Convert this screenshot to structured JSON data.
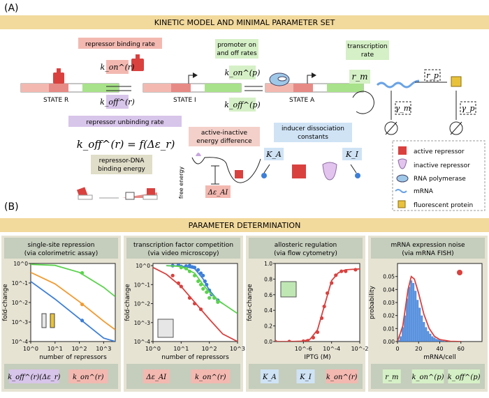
{
  "panel_a": {
    "label": "(A)",
    "banner": "KINETIC MODEL AND MINIMAL PARAMETER SET",
    "repressor_binding_rate": "repressor binding rate",
    "promoter_rates_line1": "promoter on",
    "promoter_rates_line2": "and off rates",
    "transcription_rate_line1": "transcription",
    "transcription_rate_line2": "rate",
    "state_r": "STATE R",
    "state_i": "STATE I",
    "state_a": "STATE A",
    "repressor_unbinding_rate": "repressor unbinding rate",
    "koff_formula": "k_off^(r) = f(Δε_r)",
    "binding_energy_line1": "repressor-DNA",
    "binding_energy_line2": "binding energy",
    "active_inactive_line1": "active-inactive",
    "active_inactive_line2": "energy difference",
    "free_energy": "free energy",
    "delta_eps_ai": "Δε_AI",
    "inducer_line1": "inducer dissociation",
    "inducer_line2": "constants",
    "ka": "K_A",
    "ki": "K_I",
    "k_on_r": "k_on^(r)",
    "k_off_r": "k_off^(r)",
    "k_on_p": "k_on^(p)",
    "k_off_p": "k_off^(p)",
    "r_m": "r_m",
    "r_p": "r_p",
    "gamma_m": "γ_m",
    "gamma_p": "γ_p",
    "legend": [
      {
        "label": "active repressor",
        "icon": "active-repressor-icon"
      },
      {
        "label": "inactive repressor",
        "icon": "inactive-repressor-icon"
      },
      {
        "label": "RNA polymerase",
        "icon": "rna-polymerase-icon"
      },
      {
        "label": "mRNA",
        "icon": "mrna-icon"
      },
      {
        "label": "fluorescent protein",
        "icon": "fluorescent-protein-icon"
      }
    ]
  },
  "panel_b": {
    "label": "(B)",
    "banner": "PARAMETER DETERMINATION",
    "columns": [
      {
        "title_line1": "single-site repression",
        "title_line2": "(via colorimetric assay)",
        "ylabel": "fold-change",
        "xlabel": "number of repressors",
        "params": [
          "k_off^(r)(Δε_r)",
          "k_on^(r)"
        ]
      },
      {
        "title_line1": "transcription factor competition",
        "title_line2": "(via video microscopy)",
        "ylabel": "fold-change",
        "xlabel": "number of repressors",
        "params": [
          "Δε_AI",
          "k_on^(r)"
        ]
      },
      {
        "title_line1": "allosteric regulation",
        "title_line2": "(via flow cytometry)",
        "ylabel": "fold-change",
        "xlabel": "IPTG (M)",
        "params": [
          "K_A",
          "K_I",
          "k_on^(r)"
        ]
      },
      {
        "title_line1": "mRNA expression noise",
        "title_line2": "(via mRNA FISH)",
        "ylabel": "probability",
        "xlabel": "mRNA/cell",
        "params": [
          "r_m",
          "k_on^(p)",
          "k_off^(p)"
        ]
      }
    ]
  },
  "colors": {
    "banner": "#f2d99c",
    "panel_bg": "#e6e3d3",
    "header_bg": "#c5cdbc",
    "red": "#d9413f",
    "orange": "#f29a2e",
    "blue": "#3d7fd8",
    "green": "#5bd34d",
    "pink_label": "#f3b9b1",
    "purple_label": "#d8c5ea",
    "green_label": "#d5f0c6",
    "blue_label": "#cfe3f5"
  },
  "chart_data": [
    {
      "type": "line",
      "xscale": "log",
      "yscale": "log",
      "xlim": [
        1,
        3000
      ],
      "ylim": [
        0.0001,
        1
      ],
      "x_ticks": [
        "10^0",
        "10^1",
        "10^2",
        "10^3"
      ],
      "y_ticks": [
        "10^0",
        "10^-1",
        "10^-2",
        "10^-3",
        "10^-4"
      ],
      "xlabel": "number of repressors",
      "ylabel": "fold-change",
      "series": [
        {
          "color": "green",
          "x": [
            1,
            10,
            100,
            1000,
            3000
          ],
          "y": [
            0.9,
            0.8,
            0.35,
            0.06,
            0.02
          ],
          "points": [
            [
              130,
              0.33
            ]
          ]
        },
        {
          "color": "orange",
          "x": [
            1,
            10,
            100,
            1000,
            3000
          ],
          "y": [
            0.35,
            0.09,
            0.011,
            0.0011,
            0.0004
          ],
          "points": [
            [
              130,
              0.008
            ]
          ]
        },
        {
          "color": "blue",
          "x": [
            1,
            10,
            100,
            1000,
            3000
          ],
          "y": [
            0.12,
            0.015,
            0.0015,
            0.00015,
            5e-05
          ],
          "points": [
            [
              130,
              0.0012
            ]
          ]
        }
      ]
    },
    {
      "type": "scatter",
      "xscale": "log",
      "yscale": "log",
      "xlim": [
        1,
        1000
      ],
      "ylim": [
        0.0001,
        1.3
      ],
      "x_ticks": [
        "10^0",
        "10^1",
        "10^2",
        "10^3"
      ],
      "y_ticks": [
        "10^0",
        "10^-1",
        "10^-2",
        "10^-3",
        "10^-4"
      ],
      "xlabel": "number of repressors",
      "ylabel": "fold-change",
      "series": [
        {
          "color": "blue",
          "curve_x": [
            3,
            10,
            30,
            60,
            100,
            200,
            300
          ],
          "curve_y": [
            1,
            0.95,
            0.7,
            0.2,
            0.05,
            0.015,
            0.01
          ],
          "points": [
            [
              5,
              1.0
            ],
            [
              8,
              1.05
            ],
            [
              10,
              0.9
            ],
            [
              15,
              0.95
            ],
            [
              20,
              1.0
            ],
            [
              25,
              0.85
            ],
            [
              30,
              0.8
            ],
            [
              40,
              0.6
            ],
            [
              50,
              0.4
            ],
            [
              60,
              0.3
            ],
            [
              70,
              0.15
            ],
            [
              80,
              0.1
            ],
            [
              100,
              0.05
            ],
            [
              120,
              0.03
            ],
            [
              150,
              0.02
            ],
            [
              200,
              0.015
            ]
          ]
        },
        {
          "color": "green",
          "curve_x": [
            3,
            10,
            30,
            60,
            100,
            200,
            500,
            1000
          ],
          "curve_y": [
            1,
            0.9,
            0.4,
            0.1,
            0.04,
            0.015,
            0.006,
            0.003
          ],
          "points": [
            [
              10,
              0.8
            ],
            [
              15,
              0.7
            ],
            [
              20,
              0.5
            ],
            [
              30,
              0.3
            ],
            [
              40,
              0.15
            ],
            [
              50,
              0.1
            ],
            [
              60,
              0.06
            ],
            [
              80,
              0.04
            ],
            [
              100,
              0.02
            ],
            [
              150,
              0.02
            ],
            [
              200,
              0.012
            ]
          ]
        },
        {
          "color": "red",
          "curve_x": [
            1,
            3,
            10,
            30,
            100,
            300,
            1000
          ],
          "curve_y": [
            0.8,
            0.35,
            0.08,
            0.012,
            0.0015,
            0.00025,
            0.0001
          ],
          "points": [
            [
              5,
              0.3
            ],
            [
              8,
              0.12
            ],
            [
              10,
              0.08
            ],
            [
              20,
              0.02
            ],
            [
              30,
              0.01
            ],
            [
              50,
              0.005
            ]
          ]
        }
      ]
    },
    {
      "type": "line",
      "xscale": "log",
      "yscale": "linear",
      "xlim": [
        1e-08,
        0.01
      ],
      "ylim": [
        0,
        1.0
      ],
      "x_ticks": [
        "10^-6",
        "10^-4",
        "10^-2"
      ],
      "y_ticks": [
        "0.0",
        "0.2",
        "0.4",
        "0.6",
        "0.8",
        "1.0"
      ],
      "xlabel": "IPTG (M)",
      "ylabel": "fold-change",
      "series": [
        {
          "color": "red",
          "curve_x": [
            1e-08,
            1e-07,
            1e-06,
            3e-06,
            1e-05,
            3e-05,
            0.0001,
            0.0003,
            0.001,
            0.01
          ],
          "curve_y": [
            0.0,
            0.0,
            0.005,
            0.03,
            0.15,
            0.45,
            0.78,
            0.88,
            0.92,
            0.93
          ],
          "points": [
            [
              1e-08,
              0.0
            ],
            [
              1e-07,
              0.0
            ],
            [
              1e-06,
              0.005
            ],
            [
              2e-06,
              0.01
            ],
            [
              5e-06,
              0.05
            ],
            [
              1e-05,
              0.12
            ],
            [
              2e-05,
              0.3
            ],
            [
              3e-05,
              0.45
            ],
            [
              5e-05,
              0.62
            ],
            [
              0.0001,
              0.75
            ],
            [
              0.0002,
              0.85
            ],
            [
              0.0005,
              0.9
            ],
            [
              0.001,
              0.9
            ],
            [
              0.005,
              0.92
            ]
          ]
        }
      ]
    },
    {
      "type": "area",
      "xlim": [
        0,
        80
      ],
      "ylim": [
        0,
        0.06
      ],
      "x_ticks": [
        "0",
        "20",
        "40",
        "60"
      ],
      "y_ticks": [
        "0.00",
        "0.01",
        "0.02",
        "0.03",
        "0.04",
        "0.05"
      ],
      "xlabel": "mRNA/cell",
      "ylabel": "probability",
      "series": [
        {
          "color": "blue",
          "kind": "histogram",
          "x": [
            1,
            3,
            5,
            7,
            9,
            11,
            13,
            15,
            17,
            19,
            21,
            23,
            25,
            27,
            29,
            31,
            33,
            35,
            37,
            39,
            41,
            43,
            45
          ],
          "y": [
            0.001,
            0.004,
            0.011,
            0.02,
            0.033,
            0.042,
            0.047,
            0.045,
            0.039,
            0.032,
            0.026,
            0.02,
            0.015,
            0.011,
            0.008,
            0.006,
            0.004,
            0.003,
            0.002,
            0.0015,
            0.001,
            0.0006,
            0.0003
          ]
        },
        {
          "color": "red",
          "kind": "curve",
          "x": [
            0,
            5,
            10,
            13,
            16,
            20,
            25,
            30,
            35,
            40,
            50,
            60
          ],
          "y": [
            0.0,
            0.012,
            0.04,
            0.05,
            0.048,
            0.037,
            0.021,
            0.01,
            0.004,
            0.0015,
            0.0002,
            0.0
          ]
        }
      ]
    }
  ]
}
